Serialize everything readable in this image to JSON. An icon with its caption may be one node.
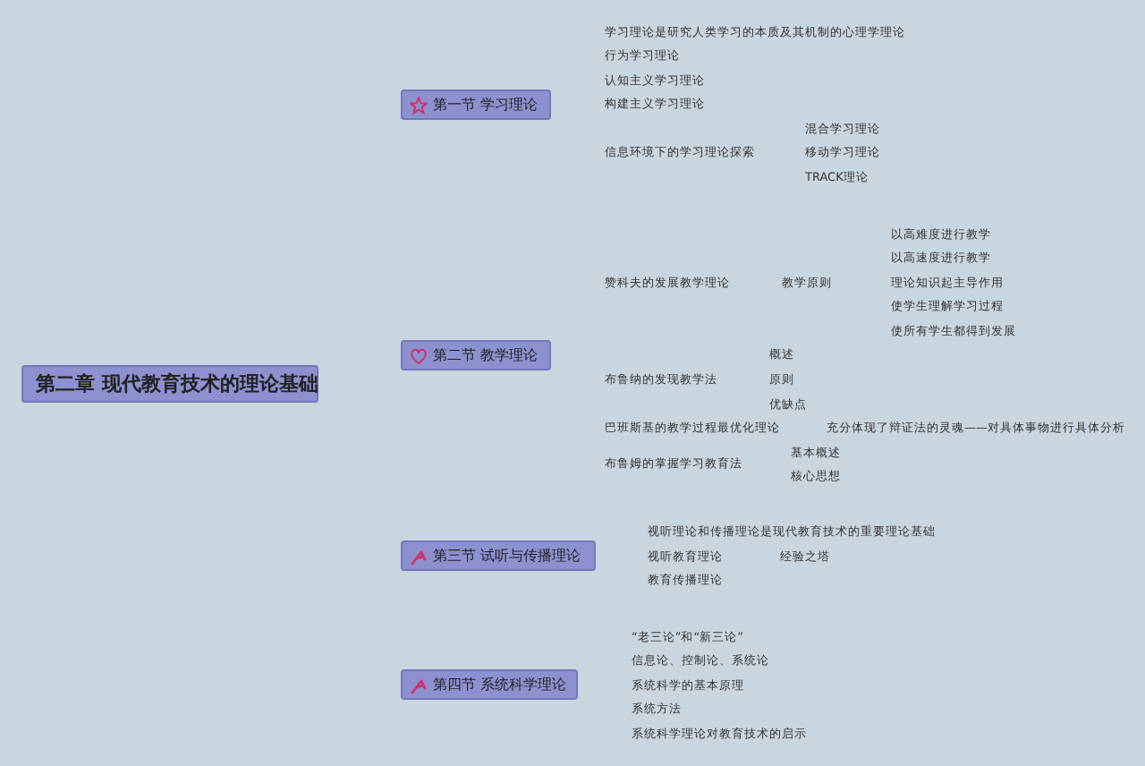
{
  "diagram": {
    "nodes": [
      {
        "text": [
          "第二章 现代教育技术的理论基础"
        ]
      },
      {
        "text": [
          "第一节 学习理论"
        ]
      },
      {
        "text": [
          "第二节 教学理论"
        ]
      },
      {
        "text": [
          "第三节 试听与传播理论"
        ]
      },
      {
        "text": [
          "第四节 系统科学理论"
        ]
      }
    ],
    "labels": [
      "学习理论是研究人类学习的本质及其机制的心理学理论",
      "行为学习理论",
      "认知主义学习理论",
      "构建主义学习理论",
      "混合学习理论",
      "信息环境下的学习理论探索",
      "移动学习理论",
      "TRACK理论",
      "以高难度进行教学",
      "以高速度进行教学",
      "赞科夫的发展教学理论",
      "教学原则",
      "理论知识起主导作用",
      "使学生理解学习过程",
      "使所有学生都得到发展",
      "概述",
      "布鲁纳的发现教学法",
      "原则",
      "优缺点",
      "巴班斯基的教学过程最优化理论",
      "充分体现了辩证法的灵魂——对具体事物进行具体分析",
      "基本概述",
      "布鲁姆的掌握学习教育法",
      "核心思想",
      "视听理论和传播理论是现代教育技术的重要理论基础",
      "视听教育理论",
      "经验之塔",
      "教育传播理论",
      "“老三论”和“新三论”",
      "信息论、控制论、系统论",
      "系统科学的基本原理",
      "系统方法",
      "系统科学理论对教育技术的启示"
    ]
  }
}
